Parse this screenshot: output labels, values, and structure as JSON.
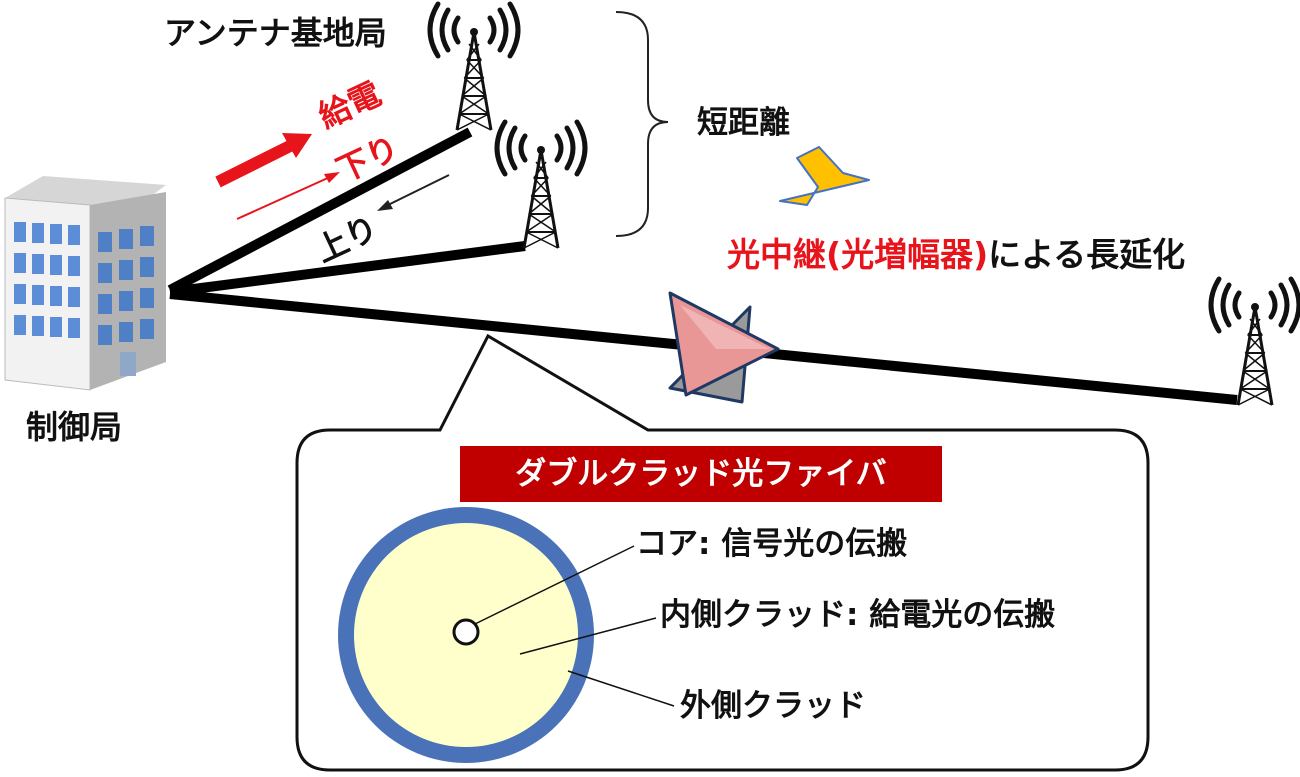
{
  "labels": {
    "antenna_base_station": "アンテナ基地局",
    "feed_power": "給電",
    "downlink": "下り",
    "uplink": "上り",
    "short_distance": "短距離",
    "relay_part1": "光中継(光増幅器)",
    "relay_part2": "による長延化",
    "control_station": "制御局"
  },
  "callout": {
    "title": "ダブルクラッド光ファイバ",
    "core": "コア: 信号光の伝搬",
    "inner_clad": "内側クラッド: 給電光の伝搬",
    "outer_clad": "外側クラッド"
  },
  "colors": {
    "accent_red": "#e8141b",
    "title_bg": "#c00000",
    "arrow_fill": "#ffc000",
    "arrow_stroke": "#4472c4",
    "outer_cladding": "#4a72b8",
    "inner_cladding": "#ffffcc",
    "amplifier_fill": "#e89696"
  },
  "icons": [
    "antenna-icon",
    "building-icon",
    "amplifier-icon",
    "down-arrow-icon",
    "brace-icon"
  ]
}
